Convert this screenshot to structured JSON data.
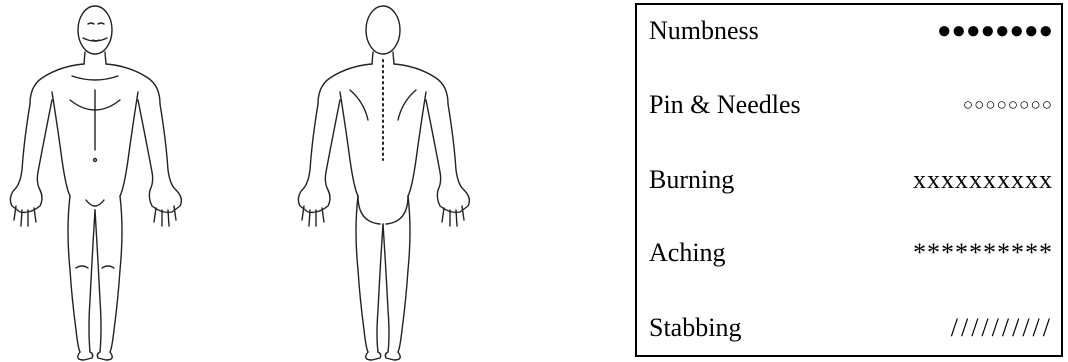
{
  "legend": {
    "rows": [
      {
        "label": "Numbness",
        "symbol": "●●●●●●●●"
      },
      {
        "label": "Pin & Needles",
        "symbol": "○○○○○○○○"
      },
      {
        "label": "Burning",
        "symbol": "xxxxxxxxxx"
      },
      {
        "label": "Aching",
        "symbol": "**********"
      },
      {
        "label": "Stabbing",
        "symbol": "//////////"
      }
    ]
  },
  "figures": {
    "front_icon": "human-body-front-icon",
    "back_icon": "human-body-back-icon"
  }
}
